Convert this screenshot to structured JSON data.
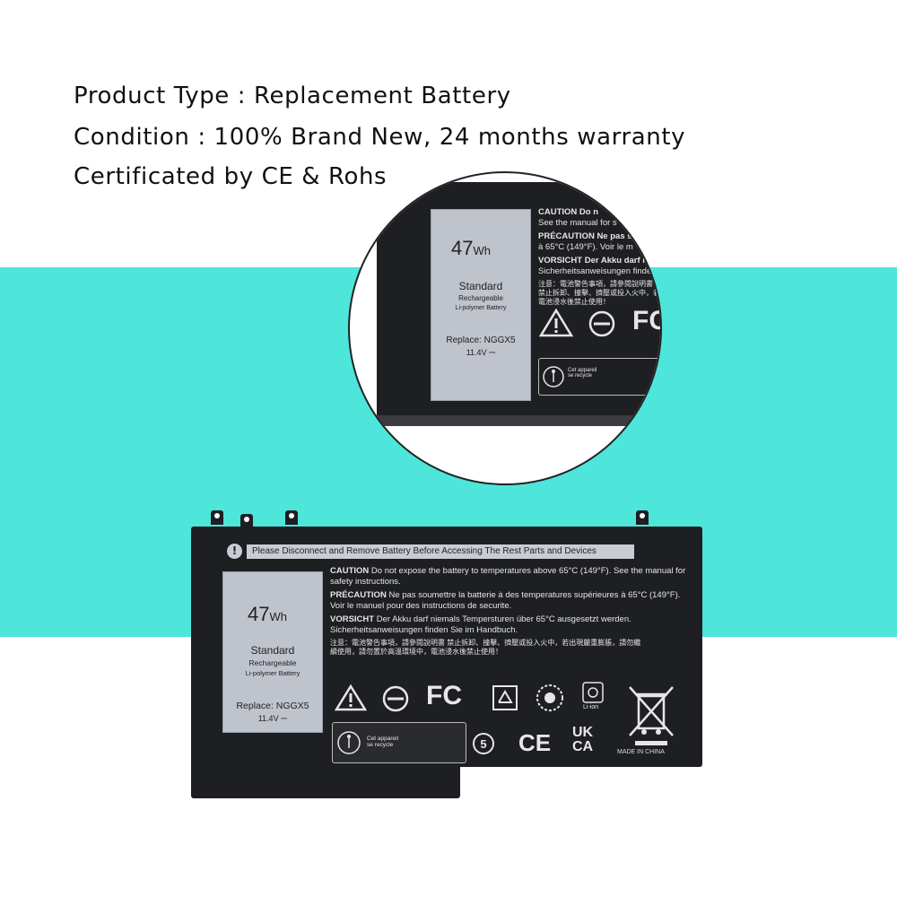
{
  "headlines": {
    "product_type": "Product Type : Replacement Battery",
    "condition": "Condition : 100% Brand New, 24 months warranty",
    "certification": "Certificated by CE & Rohs"
  },
  "battery": {
    "warning_strip": "Please Disconnect and Remove Battery Before Accessing The Rest Parts and Devices",
    "capacity_value": "47",
    "capacity_unit": "Wh",
    "standard": "Standard",
    "rechargeable": "Rechargeable",
    "chemistry": "Li-polymer Battery",
    "replace": "Replace: NGGX5",
    "voltage": "11.4V ⎓",
    "caution_title": "CAUTION",
    "caution_text": "Do not expose the battery to temperatures above 65°C (149°F). See the manual for safety instructions.",
    "precaution_title": "PRÉCAUTION",
    "precaution_text": "Ne pas soumettre la batterie à des temperatures supérieures à 65°C (149°F). Voir le manuel pour des instructions de securite.",
    "vorsicht_title": "VORSICHT",
    "vorsicht_text": "Der Akku darf niemals Tempersturen über 65°C ausgesetzt werden. Sicherheitsanweisungen finden Sie im Handbuch.",
    "chinese_text": "注意：電池警告事項，請參閱說明書 禁止拆卸、撞擊、擠壓或投入火中，若出現嚴重膨脹，請勿繼續使用，請勿置於高溫環境中，電池浸水後禁止使用！",
    "recycle_label": "Cet appareil se recycle",
    "fc_mark": "FC",
    "ce_mark": "CE",
    "ukca_mark": "UK CA",
    "liion_mark": "Li-ion",
    "made_in": "MADE IN CHINA"
  },
  "zoom": {
    "capacity_value": "47",
    "capacity_unit": "Wh",
    "standard": "Standard",
    "rechargeable": "Rechargeable",
    "chemistry": "Li-polymer Battery",
    "replace": "Replace: NGGX5",
    "voltage": "11.4V ⎓",
    "caution": "CAUTION Do n",
    "caution2": "See the manual for s",
    "precaution": "PRÉCAUTION Ne pas so",
    "precaution2": "à 65°C (149°F). Voir le m",
    "vorsicht": "VORSICHT Der Akku darf ni",
    "vorsicht2": "Sicherheitsanweisungen finden",
    "chinese1": "注意：電池警告事項，請參閱說明書",
    "chinese2": "禁止拆卸、撞擊、擠壓或投入火中，若出",
    "chinese3": "電池浸水後禁止使用！",
    "fc_mark": "FC",
    "recycle_label": "Cet appareil se recycle"
  }
}
